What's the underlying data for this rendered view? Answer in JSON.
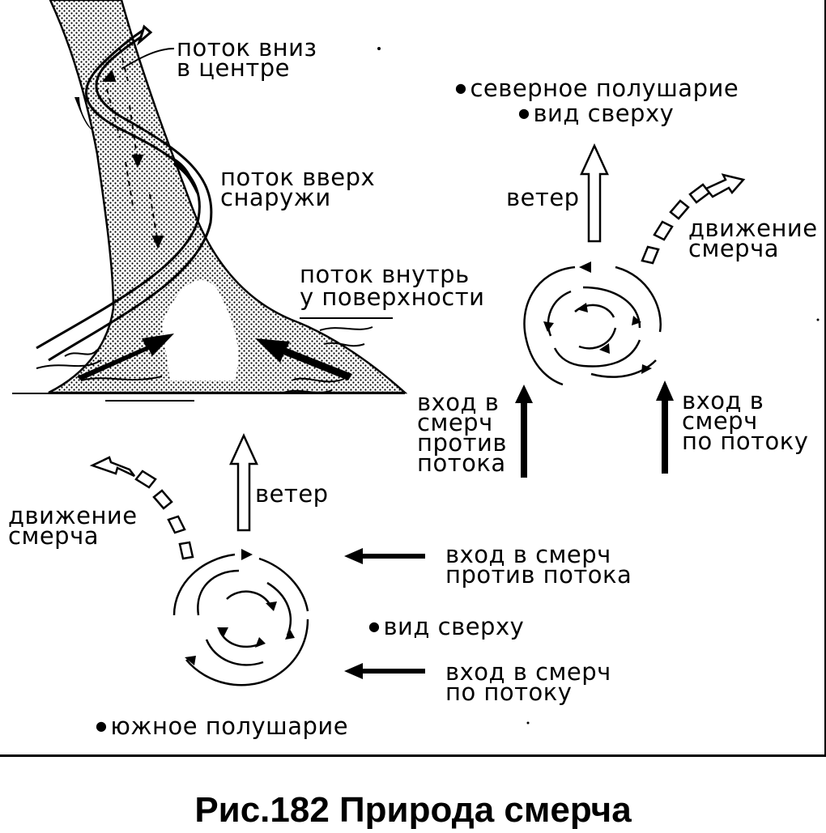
{
  "labels": {
    "flow_down_center": "поток вниз\nв центре",
    "flow_up_outside": "поток вверх\nснаружи",
    "flow_inward_surface_1": "поток внутрь",
    "flow_inward_surface_2": "у поверхности",
    "northern_hemisphere": "северное полушарие",
    "view_from_above_north": "вид сверху",
    "wind_north": "ветер",
    "tornado_motion_north": "движение\nсмерча",
    "entry_against_flow_north": "вход в\nсмерч\nпротив\nпотока",
    "entry_with_flow_north": "вход в\nсмерч\nпо потоку",
    "wind_south": "ветер",
    "tornado_motion_south": "движение\nсмерча",
    "entry_against_flow_south": "вход в смерч\nпротив потока",
    "view_from_above_south": "вид сверху",
    "entry_with_flow_south": "вход в смерч\nпо потоку",
    "southern_hemisphere": "южное полушарие"
  },
  "caption": "Рис.182 Природа смерча"
}
